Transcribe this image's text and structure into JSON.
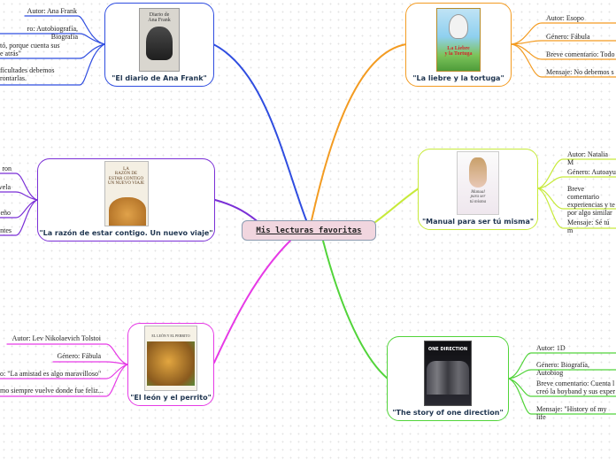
{
  "central_topic": "Mis lecturas favoritas",
  "colors": {
    "diario": "#2f4de0",
    "liebre": "#f39b21",
    "razon": "#7a2fd6",
    "manual": "#c7ea3a",
    "leon": "#e63ae6",
    "direction": "#52d43a"
  },
  "books": {
    "diario": {
      "title": "\"El diario de Ana Frank\"",
      "cover_text": "Diario de\nAna Frank",
      "details": [
        "Autor: Ana Frank",
        "ro: Autobiografía, Biografía",
        "tó, porque cuenta sus\ne atrás\"",
        "ficultades debemos\nrontarlas."
      ]
    },
    "liebre": {
      "title": "\"La liebre y la tortuga\"",
      "cover_text": "La Liebre\ny la Tortuga",
      "details": [
        "Autor: Esopo",
        "Género: Fábula",
        "Breve comentario: Todo",
        "Mensaje: No debemos s"
      ]
    },
    "razon": {
      "title": "\"La razón de estar contigo. Un nuevo viaje\"",
      "cover_text": "LA\nRAZÓN DE\nESTAR CONTIGO\nUN NUEVO VIAJE",
      "details": [
        "ron",
        "vela",
        "eño",
        "ntes"
      ]
    },
    "manual": {
      "title": "\"Manual para ser tú misma\"",
      "cover_text": "Manual\npara ser\ntú misma",
      "details": [
        "Autor: Natalia M",
        "Género: Autoayu",
        "Breve comentario\nexperiencias y  te\npor algo similar",
        "Mensaje: Sé tú m"
      ]
    },
    "leon": {
      "title": "\"El león y el perrito\"",
      "cover_text": "EL LEÓN Y EL PERRITO",
      "details": [
        "Autor:  Lev Nikolaevich Tolstoi",
        "Género: Fábula",
        "o: \"La amistad es algo maravilloso\"",
        "mo siempre vuelve donde fue feliz..."
      ]
    },
    "direction": {
      "title": "\"The story of one direction\"",
      "cover_text": "ONE DIRECTION",
      "details": [
        "Autor: 1D",
        "Género: Biografía, Autobiog",
        "Breve comentario: Cuenta l\ncreó la boyband y sus exper",
        "Mensaje: \"History of my life"
      ]
    }
  }
}
